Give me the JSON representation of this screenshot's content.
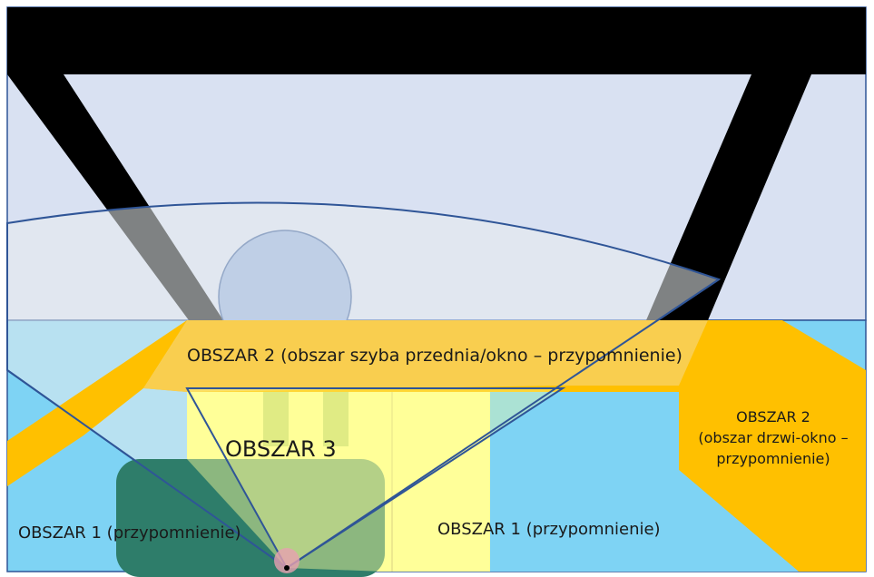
{
  "labels": {
    "area2_windshield": "OBSZAR 2 (obszar szyba przednia/okno – przypomnienie)",
    "area3": "OBSZAR 3",
    "area1_left": "OBSZAR 1 (przypomnienie)",
    "area1_right": "OBSZAR 1 (przypomnienie)",
    "area2_door_lines": [
      "OBSZAR 2",
      "(obszar drzwi-okno –",
      "przypomnienie)"
    ]
  },
  "colors": {
    "windshield": "#d9e1f2",
    "frame": "#000000",
    "dashboard": "#7ed3f4",
    "area2": "#ffc000",
    "area3": "#ffff99",
    "head": "#8eaadb",
    "steering_wheel": "#2e7d6a",
    "outline": "#2f5597"
  }
}
